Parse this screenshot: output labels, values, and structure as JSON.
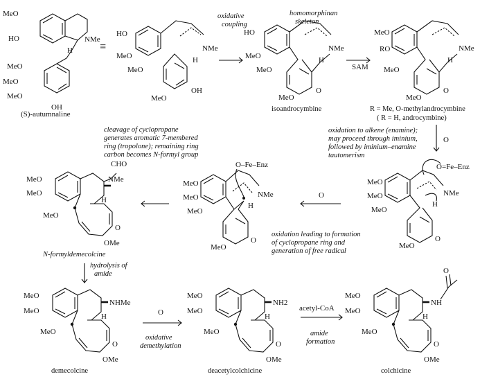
{
  "compounds": {
    "autumnaline": "(S)-autumnaline",
    "isoandrocymbine": "isoandrocymbine",
    "methylandrocymbine": "R = Me,  O-methylandrocymbine",
    "androcymbine": "( R = H,  androcymbine)",
    "formyldemecolcine": "N-formyldemecolcine",
    "demecolcine": "demecolcine",
    "deacetylcolchicine": "deacetylcolchicine",
    "colchicine": "colchicine"
  },
  "equivalence_symbol": "≡",
  "annotations": {
    "oxidative_coupling": [
      "oxidative",
      "coupling"
    ],
    "homomorphinan": [
      "homomorphinan",
      "skeleton"
    ],
    "oxidation_alkene": [
      "oxidation to alkene (enamine);",
      "may proceed through iminium,",
      "followed by iminium–enamine",
      "tautomerism"
    ],
    "cleavage": [
      "cleavage of cyclopropane",
      "generates aromatic 7-membered",
      "ring (tropolone); remaining ring",
      "carbon becomes N-formyl group"
    ],
    "cyclopropane_formation": [
      "oxidation leading to formation",
      "of cyclopropane ring and",
      "generation of free radical"
    ],
    "hydrolysis": [
      "hydrolysis of",
      "amide"
    ],
    "oxidative_demethylation": [
      "oxidative",
      "demethylation"
    ],
    "amide_formation": [
      "amide",
      "formation"
    ]
  },
  "reagents": {
    "sam": "SAM",
    "oxidant": "O",
    "acetyl_coa": "acetyl-CoA",
    "ferryl": "O=Fe–Enz",
    "fe_enz": "O–Fe–Enz"
  },
  "atoms": {
    "meo": "MeO",
    "ho": "HO",
    "oh": "OH",
    "ro": "RO",
    "nme": "NMe",
    "n": "N",
    "me": "Me",
    "h": "H",
    "o": "O",
    "ome": "OMe",
    "cho": "CHO",
    "nhme": "NHMe",
    "nh2": "NH2",
    "nh": "NH"
  }
}
